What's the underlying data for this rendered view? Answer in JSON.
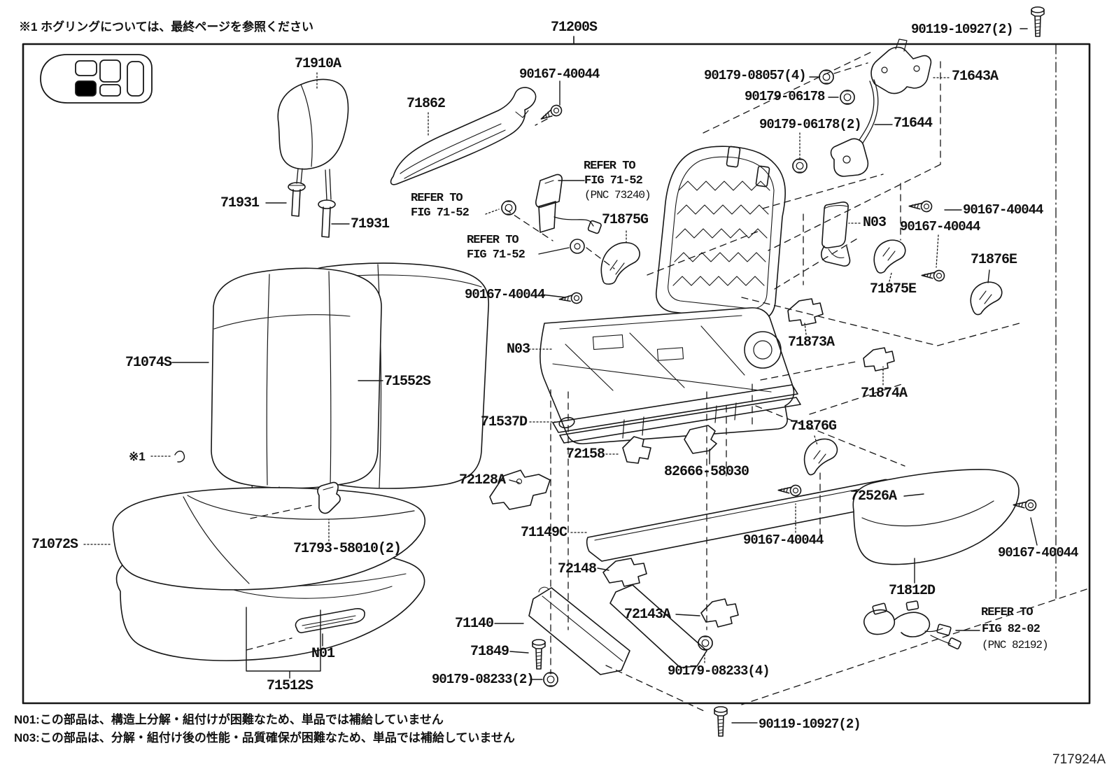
{
  "figure": {
    "code": "717924A",
    "colors": {
      "line": "#161616",
      "background": "#ffffff",
      "filled_seat": "#000000"
    },
    "icons": [
      "screw-icon",
      "nut-icon",
      "bolt-icon",
      "grommet-icon",
      "clip-icon",
      "car-seatmap-icon"
    ]
  },
  "notes": {
    "top": "※1 ホグリングについては、最終ページを参照ください",
    "ref_mark": "※1",
    "n01": "N01:この部品は、構造上分解・組付けが困難なため、単品では補給していません",
    "n03": "N03:この部品は、分解・組付け後の性能・品質確保が困難なため、単品では補給していません"
  },
  "labels": {
    "p71200s": "71200S",
    "p90119_10927": "90119-10927(2)",
    "p71910a": "71910A",
    "p71862": "71862",
    "p90167_40044": "90167-40044",
    "p90179_08057": "90179-08057(4)",
    "p71643a": "71643A",
    "p90179_06178": "90179-06178",
    "p90179_06178_2": "90179-06178(2)",
    "p71644": "71644",
    "p71931": "71931",
    "refer_to": "REFER TO",
    "fig_71_52": "FIG 71-52",
    "pnc_73240": "(PNC 73240)",
    "p71875g": "71875G",
    "n03": "N03",
    "p71876e": "71876E",
    "p71875e": "71875E",
    "p71873a": "71873A",
    "p71074s": "71074S",
    "p71552s": "71552S",
    "p71874a": "71874A",
    "p71537d": "71537D",
    "p72158": "72158",
    "p71876g": "71876G",
    "p82666_58030": "82666-58030",
    "p72128a": "72128A",
    "p72526a": "72526A",
    "p71149c": "71149C",
    "p71072s": "71072S",
    "p71793_58010": "71793-58010(2)",
    "p72148": "72148",
    "p71812d": "71812D",
    "p72143a": "72143A",
    "p71140": "71140",
    "n01": "N01",
    "p71849": "71849",
    "p90179_08233_2": "90179-08233(2)",
    "p90179_08233_4": "90179-08233(4)",
    "p71512s": "71512S",
    "fig_82_02": "FIG 82-02",
    "pnc_82192": "(PNC 82192)",
    "fig_code": "717924A"
  }
}
